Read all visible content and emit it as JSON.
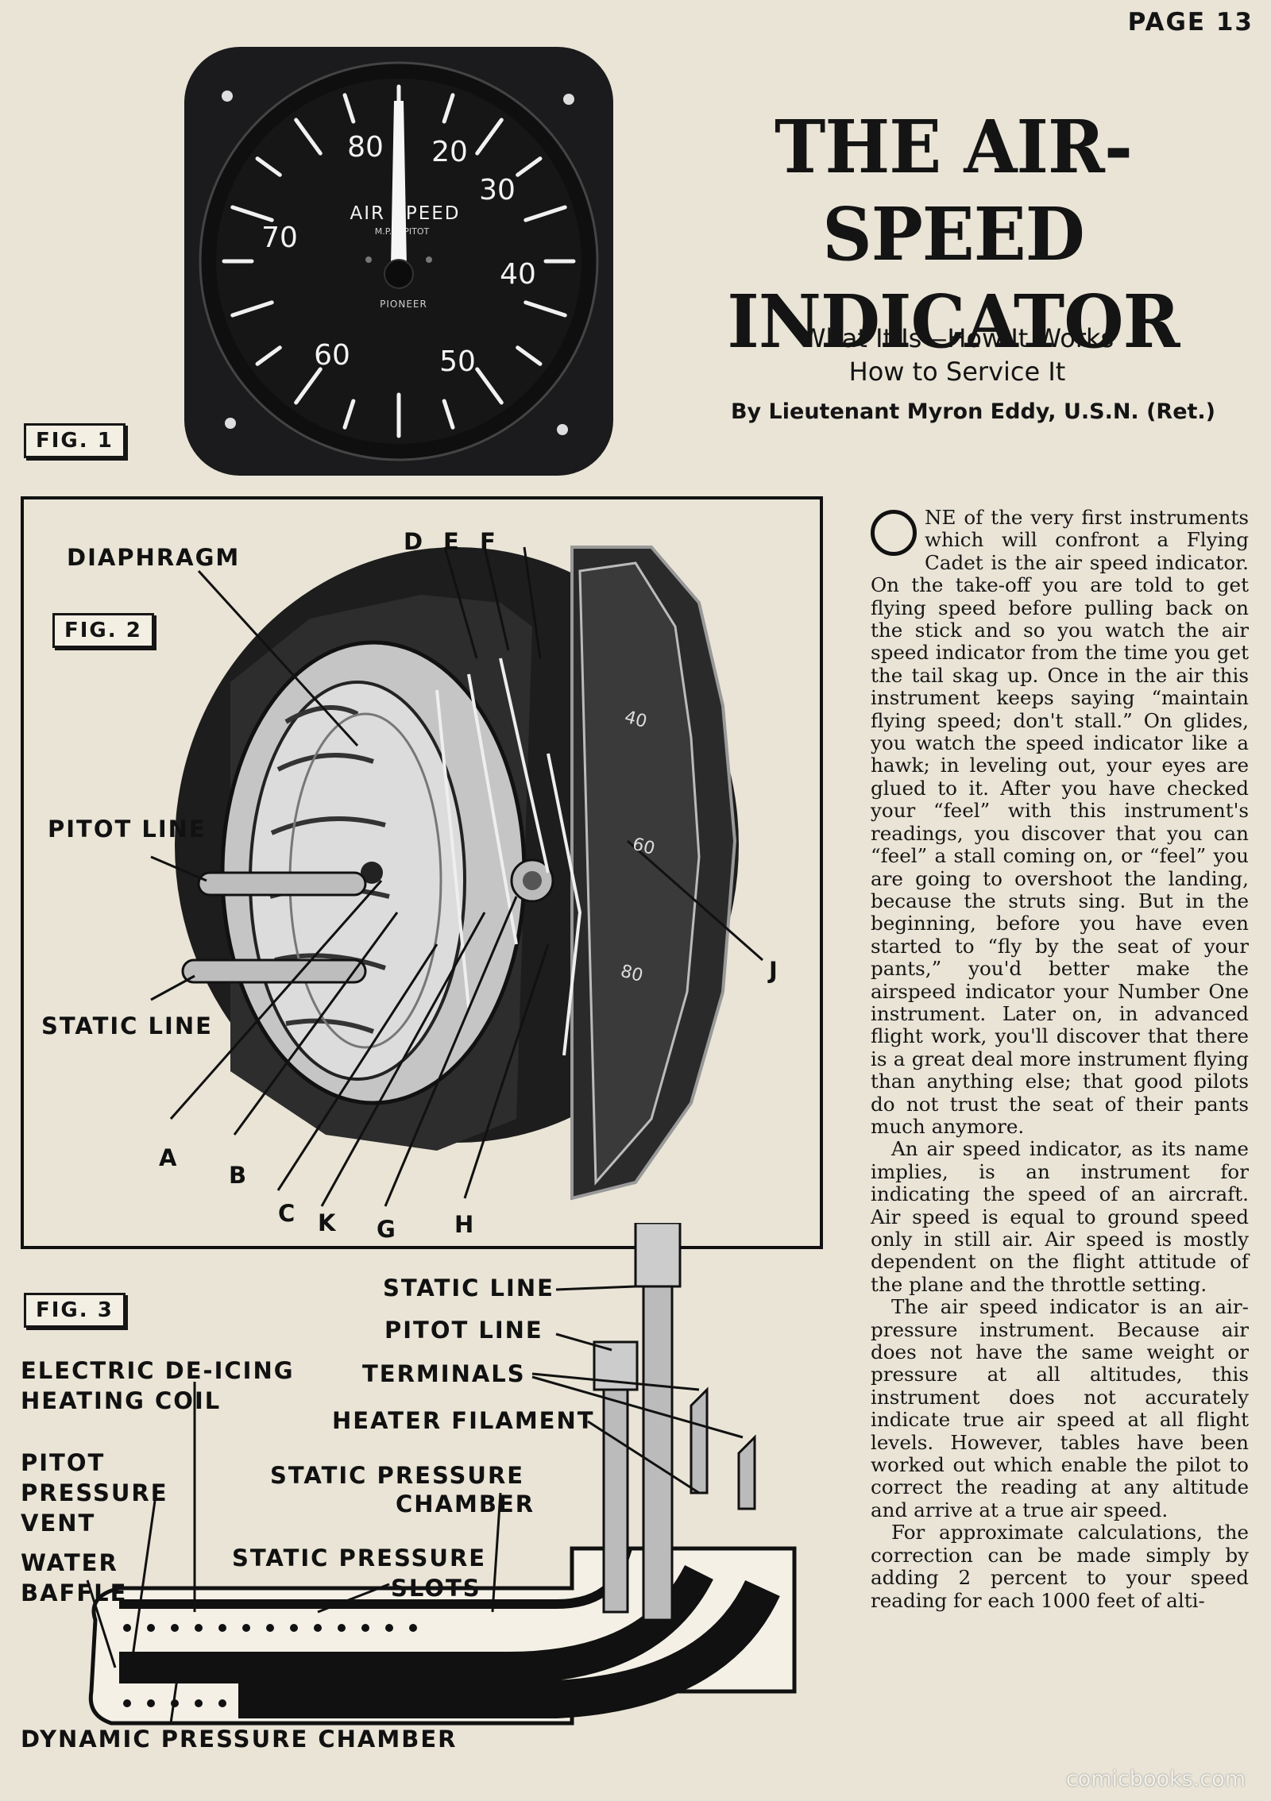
{
  "page_number": "PAGE 13",
  "title_line1": "THE AIR-SPEED",
  "title_line2": "INDICATOR",
  "subtitle_line1": "What It Is—How It Works",
  "subtitle_line2": "How to Service It",
  "byline": "By Lieutenant Myron Eddy, U.S.N. (Ret.)",
  "gauge": {
    "dial_numbers": [
      "80",
      "20",
      "30",
      "40",
      "50",
      "60",
      "70"
    ],
    "dial_text": "AIR SPEED",
    "dial_subtext": "M.P.H. PITOT",
    "maker": "PIONEER"
  },
  "fig1_label": "FIG. 1",
  "fig2": {
    "label": "FIG. 2",
    "letters": [
      "D",
      "E",
      "F",
      "J",
      "A",
      "B",
      "C",
      "K",
      "G",
      "H"
    ],
    "diaphragm": "DIAPHRAGM",
    "pitot_line": "PITOT LINE",
    "static_line": "STATIC LINE",
    "scale_numbers": [
      "40",
      "60",
      "80"
    ]
  },
  "fig3": {
    "label": "FIG. 3",
    "static_line": "STATIC LINE",
    "pitot_line": "PITOT LINE",
    "terminals": "TERMINALS",
    "heater_filament": "HEATER FILAMENT",
    "deicing_1": "ELECTRIC DE-ICING",
    "deicing_2": "HEATING COIL",
    "pitot_vent_1": "PITOT",
    "pitot_vent_2": "PRESSURE",
    "pitot_vent_3": "VENT",
    "static_chamber_1": "STATIC PRESSURE",
    "static_chamber_2": "CHAMBER",
    "water_baffle_1": "WATER",
    "water_baffle_2": "BAFFLE",
    "static_slots_1": "STATIC PRESSURE",
    "static_slots_2": "SLOTS",
    "dynamic_chamber": "DYNAMIC PRESSURE CHAMBER"
  },
  "body": {
    "p1": "NE of the very first instruments which will confront a Flying Cadet is the air speed indicator. On the take-off you are told to get flying speed before pulling back on the stick and so you watch the air speed indicator from the time you get the tail skag up. Once in the air this instrument keeps saying “maintain flying speed; don't stall.” On glides, you watch the speed indicator like a hawk; in leveling out, your eyes are glued to it. After you have checked your “feel” with this instrument's readings, you discover that you can “feel” a stall coming on, or “feel” you are going to overshoot the landing, because the struts sing. But in the beginning, before you have even started to “fly by the seat of your pants,” you'd better make the airspeed indicator your Number One instrument. Later on, in advanced flight work, you'll discover that there is a great deal more instrument flying than anything else; that good pilots do not trust the seat of their pants much anymore.",
    "p2": "An air speed indicator, as its name implies, is an instrument for indicating the speed of an aircraft. Air speed is equal to ground speed only in still air. Air speed is mostly dependent on the flight attitude of the plane and the throttle setting.",
    "p3": "The air speed indicator is an air-pressure instrument. Because air does not have the same weight or pressure at all altitudes, this instrument does not accurately indicate true air speed at all flight levels. However, tables have been worked out which enable the pilot to correct the reading at any altitude and arrive at a true air speed.",
    "p4": "For approximate calculations, the correction can be made simply by adding 2 percent to your speed reading for each 1000 feet of alti-"
  },
  "watermark": "comicbooks.com"
}
